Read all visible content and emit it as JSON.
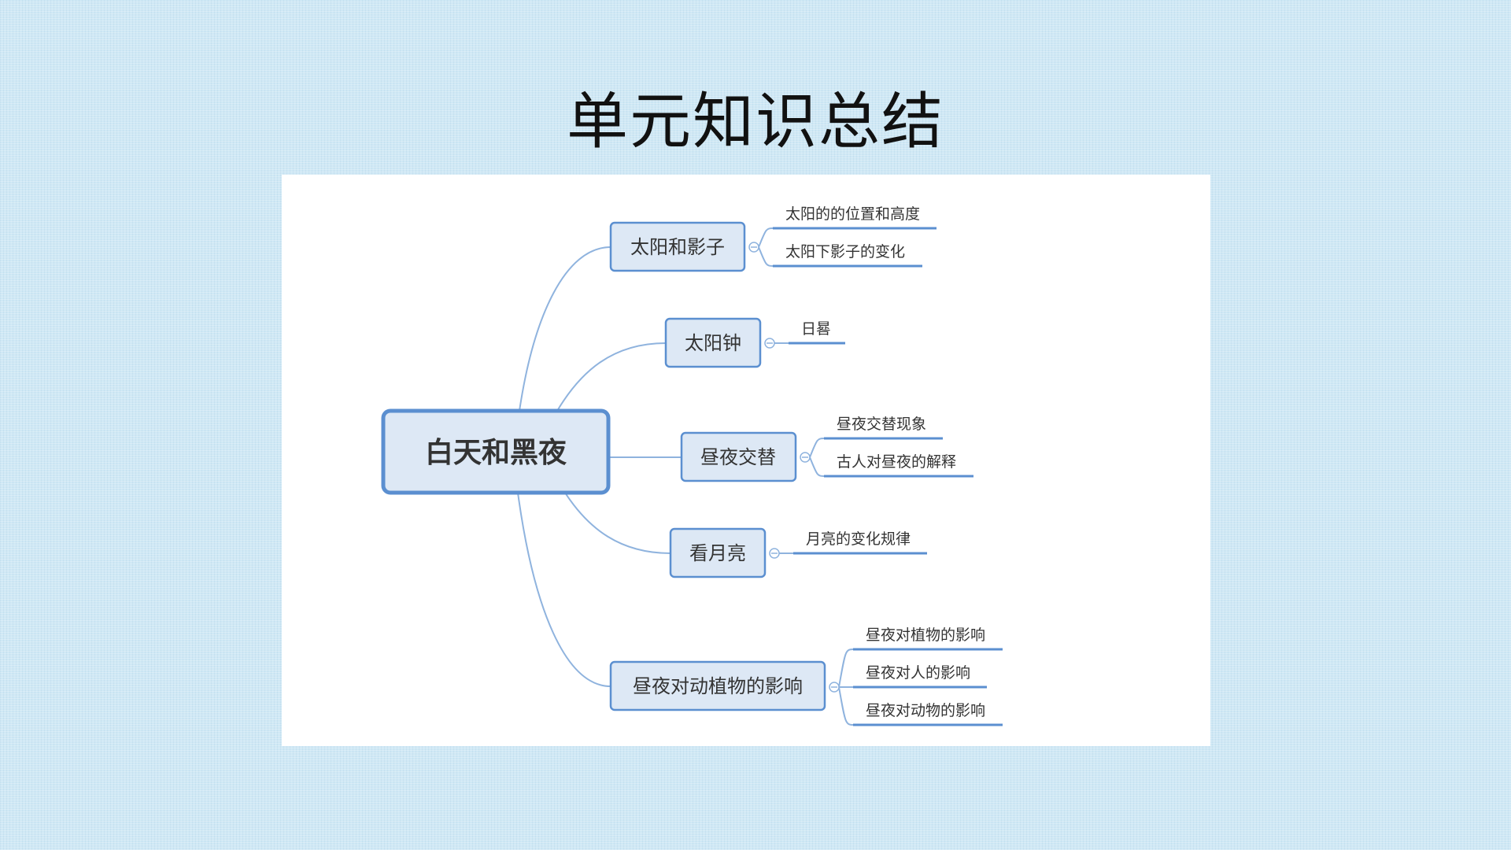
{
  "slide": {
    "title": "单元知识总结"
  },
  "mindmap": {
    "root": "白天和黑夜",
    "branches": [
      {
        "label": "太阳和影子",
        "leaves": [
          "太阳的的位置和高度",
          "太阳下影子的变化"
        ]
      },
      {
        "label": "太阳钟",
        "leaves": [
          "日晷"
        ]
      },
      {
        "label": "昼夜交替",
        "leaves": [
          "昼夜交替现象",
          "古人对昼夜的解释"
        ]
      },
      {
        "label": "看月亮",
        "leaves": [
          "月亮的变化规律"
        ]
      },
      {
        "label": "昼夜对动植物的影响",
        "leaves": [
          "昼夜对植物的影响",
          "昼夜对人的影响",
          "昼夜对动物的影响"
        ]
      }
    ],
    "colors": {
      "border": "#5b8fd0",
      "fill": "#dde8f5",
      "root_text": "#3a6aa8",
      "line": "#8fb3de"
    }
  }
}
